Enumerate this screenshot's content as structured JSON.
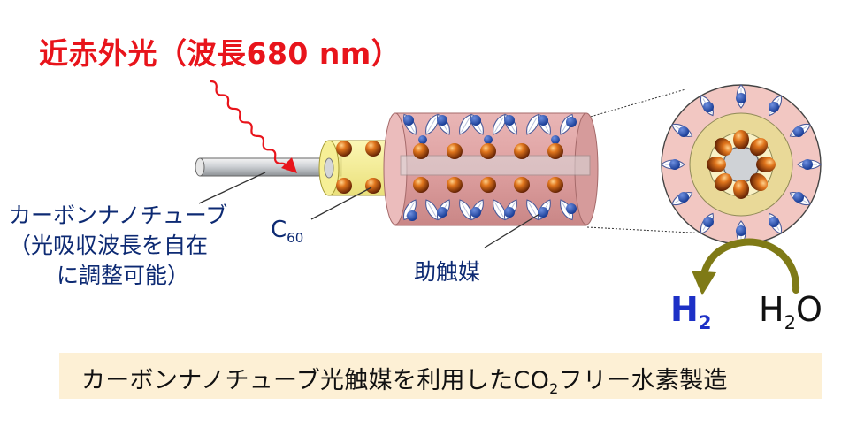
{
  "title": "近赤外光（波長680 nm）",
  "labels": {
    "cnt_line1": "カーボンナノチューブ",
    "cnt_line2": "（光吸収波長を自在",
    "cnt_line3": "に調整可能）",
    "c60_main": "C",
    "c60_sub": "60",
    "cocatalyst": "助触媒",
    "h2_main": "H",
    "h2_sub": "2",
    "h2o_h": "H",
    "h2o_sub": "2",
    "h2o_o": "O"
  },
  "caption": {
    "before": "カーボンナノチューブ光触媒を利用したCO",
    "sub": "2",
    "after": "フリー水素製造"
  },
  "colors": {
    "title_red": "#e8141b",
    "label_navy": "#0d2a73",
    "h2_blue": "#1d30c6",
    "sleeve_pink": "#dfa5a5",
    "c60_orange": "#c9580e",
    "caption_bg": "#fdf0d5",
    "arrow_olive": "#7f7a16"
  }
}
